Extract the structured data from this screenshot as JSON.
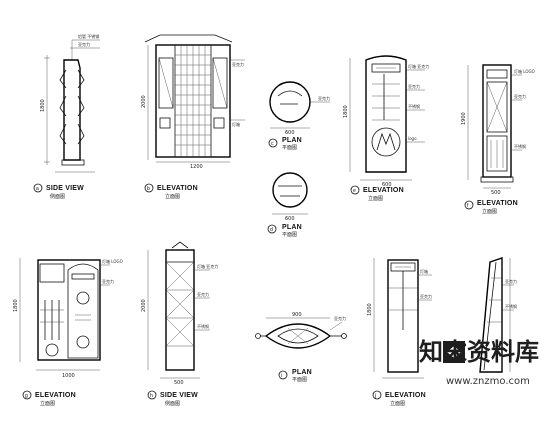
{
  "drawings": [
    {
      "id": "d1",
      "view": "SIDE VIEW",
      "note": "侧面图",
      "mark": "a"
    },
    {
      "id": "d2",
      "view": "ELEVATION",
      "note": "立面图",
      "mark": "b"
    },
    {
      "id": "d3",
      "view": "PLAN",
      "note": "平面图",
      "mark": "c"
    },
    {
      "id": "d4",
      "view": "PLAN",
      "note": "平面图",
      "mark": "d"
    },
    {
      "id": "d5",
      "view": "ELEVATION",
      "note": "立面图",
      "mark": "e"
    },
    {
      "id": "d6",
      "view": "ELEVATION",
      "note": "立面图",
      "mark": "f"
    },
    {
      "id": "d7",
      "view": "ELEVATION",
      "note": "立面图",
      "mark": "g"
    },
    {
      "id": "d8",
      "view": "SIDE VIEW",
      "note": "侧面图",
      "mark": "h"
    },
    {
      "id": "d9",
      "view": "PLAN",
      "note": "平面图",
      "mark": "i"
    },
    {
      "id": "d10",
      "view": "ELEVATION",
      "note": "立面图",
      "mark": "j"
    }
  ],
  "watermark": {
    "name": "知末资料库",
    "url": "www.znzmo.com"
  },
  "colors": {
    "line": "#111111",
    "paper": "#ffffff",
    "watermark": "#1e1e1e"
  }
}
